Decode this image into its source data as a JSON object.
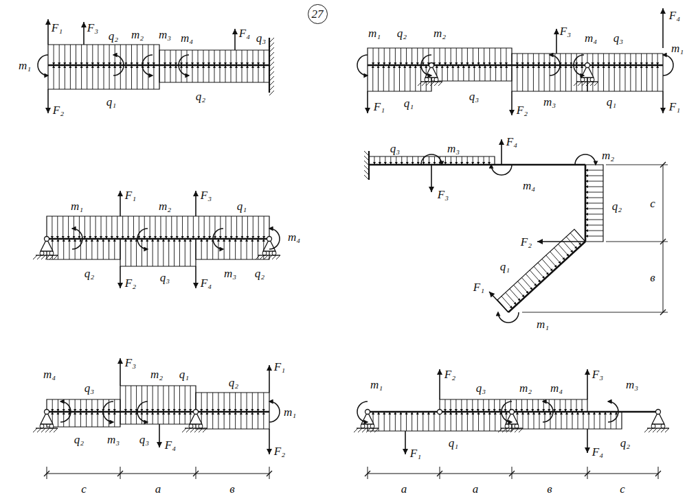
{
  "diagram": {
    "nodes": [
      {
        "text": [
          "27"
        ]
      }
    ],
    "labels": [
      "F₁",
      "F₃",
      "q₂",
      "m₂",
      "m₃",
      "m₄",
      "F₄",
      "q₃",
      "m₁",
      "F₂",
      "q₁",
      "q₂",
      "m₁",
      "q₂",
      "m₂",
      "F₃",
      "m₄",
      "q₃",
      "F₄",
      "m₁",
      "F₁",
      "q₁",
      "q₃",
      "F₂",
      "m₃",
      "q₁",
      "F₁",
      "q₃",
      "m₃",
      "F₄",
      "m₂",
      "F₃",
      "m₄",
      "q₂",
      "c",
      "F₂",
      "в",
      "q₁",
      "F₁",
      "m₁",
      "m₁",
      "F₁",
      "m₂",
      "F₃",
      "q₁",
      "m₄",
      "q₂",
      "F₂",
      "q₃",
      "F₄",
      "m₃",
      "q₂",
      "m₄",
      "q₃",
      "F₃",
      "m₂",
      "q₁",
      "q₂",
      "F₁",
      "m₁",
      "q₂",
      "m₃",
      "q₃",
      "F₄",
      "F₂",
      "c",
      "a",
      "в",
      "m₁",
      "F₂",
      "q₃",
      "m₂",
      "m₄",
      "F₃",
      "m₃",
      "F₁",
      "q₁",
      "F₄",
      "q₂",
      "a",
      "a",
      "в",
      "c"
    ]
  }
}
